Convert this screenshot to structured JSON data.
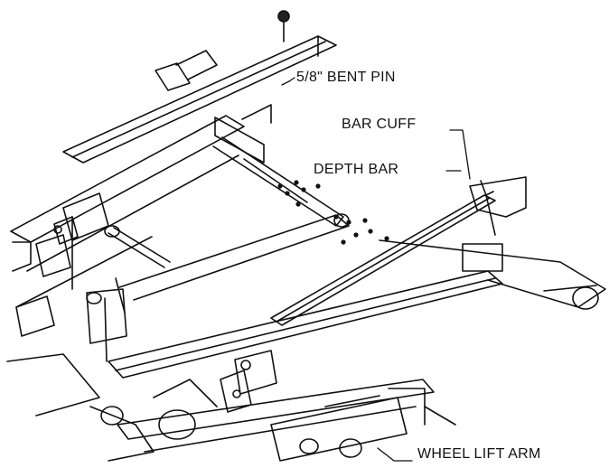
{
  "labels": {
    "bent_pin": "5/8\" BENT PIN",
    "bar_cuff": "BAR CUFF",
    "depth_bar": "DEPTH BAR",
    "wheel_lift_arm": "WHEEL LIFT ARM"
  },
  "colors": {
    "ink": "#111111",
    "background": "#ffffff"
  }
}
